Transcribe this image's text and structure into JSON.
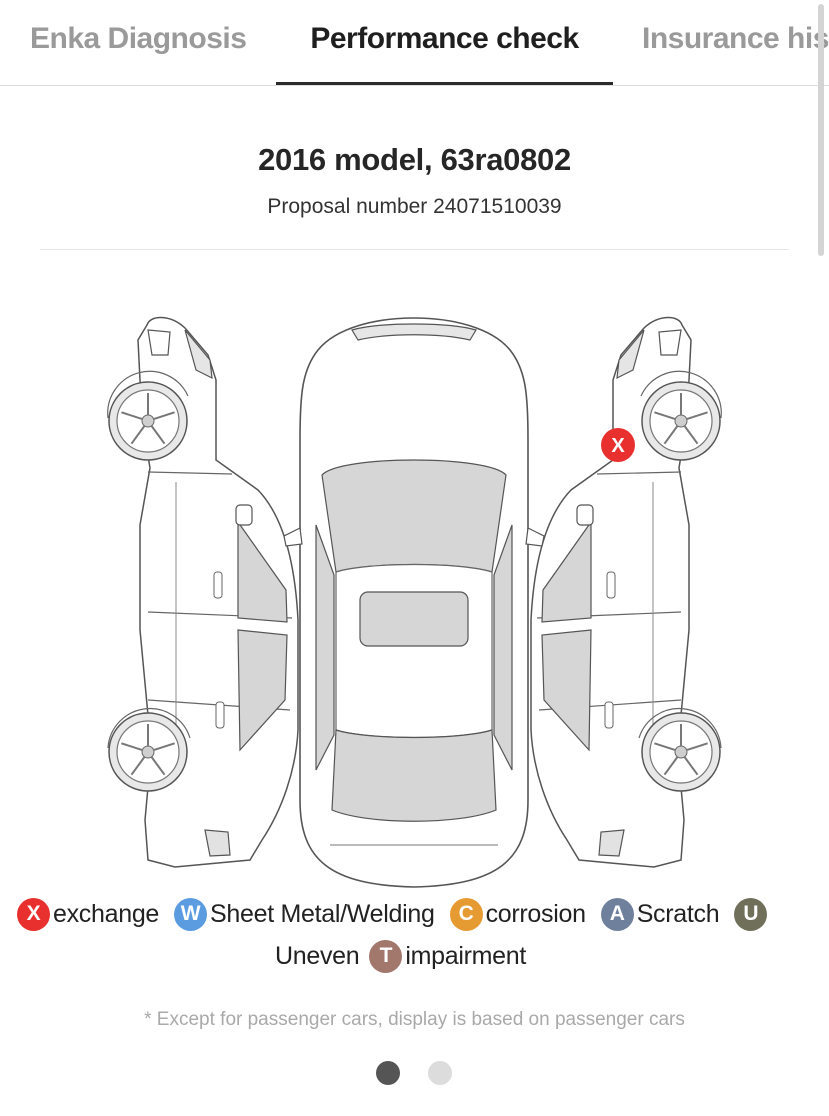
{
  "tabs": [
    {
      "label": "Enka Diagnosis",
      "active": false
    },
    {
      "label": "Performance check",
      "active": true
    },
    {
      "label": "Insurance his",
      "active": false
    }
  ],
  "vehicle": {
    "title": "2016 model, 63ra0802",
    "proposal": "Proposal number 24071510039"
  },
  "diagram": {
    "markers": [
      {
        "code": "X",
        "type": "exchange",
        "part": "right-front-fender",
        "color": "#e8302e"
      }
    ]
  },
  "legend": [
    {
      "code": "X",
      "label": "exchange",
      "color": "#e8302e"
    },
    {
      "code": "W",
      "label": "Sheet Metal/Welding",
      "color": "#5b9be0"
    },
    {
      "code": "C",
      "label": "corrosion",
      "color": "#e69a32"
    },
    {
      "code": "A",
      "label": "Scratch",
      "color": "#6f809c"
    },
    {
      "code": "U",
      "label": "Uneven",
      "color": "#70705a"
    },
    {
      "code": "T",
      "label": "impairment",
      "color": "#a2776c"
    }
  ],
  "note": "* Except for passenger cars, display is based on passenger cars",
  "pager": {
    "count": 2,
    "active": 1
  }
}
